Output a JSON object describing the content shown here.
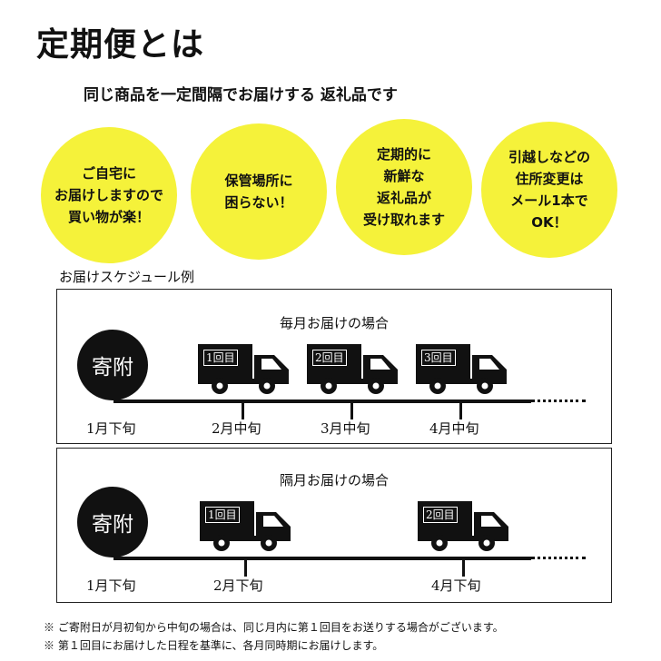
{
  "title": "定期便とは",
  "subtitle": "同じ商品を一定間隔でお届けする 返礼品です",
  "accent_color": "#f5f23a",
  "circles": [
    {
      "text": "ご自宅に\nお届けしますので\n買い物が楽！"
    },
    {
      "text": "保管場所に\n困らない！"
    },
    {
      "text": "定期的に\n新鮮な\n返礼品が\n受け取れます"
    },
    {
      "text": "引越しなどの\n住所変更は\nメール1本で\nOK！"
    }
  ],
  "schedule_label": "お届けスケジュール例",
  "monthly": {
    "title": "毎月お届けの場合",
    "badge": "寄附",
    "trucks": [
      "1回目",
      "2回目",
      "3回目"
    ],
    "dates": [
      "1月下旬",
      "2月中旬",
      "3月中旬",
      "4月中旬"
    ]
  },
  "bimonthly": {
    "title": "隔月お届けの場合",
    "badge": "寄附",
    "trucks": [
      "1回目",
      "2回目"
    ],
    "dates": [
      "1月下旬",
      "2月下旬",
      "4月下旬"
    ]
  },
  "notes": [
    "※ ご寄附日が月初旬から中旬の場合は、同じ月内に第１回目をお送りする場合がございます。",
    "※ 第１回目にお届けした日程を基準に、各月同時期にお届けします。"
  ]
}
